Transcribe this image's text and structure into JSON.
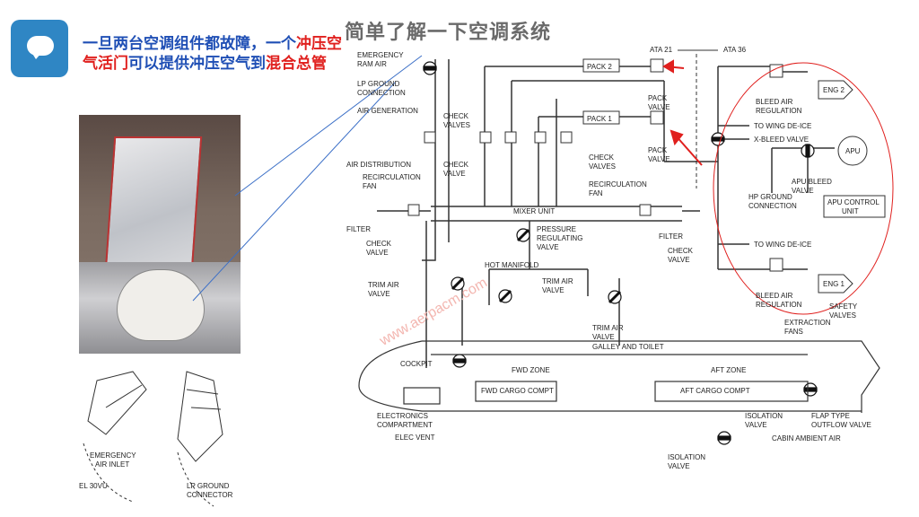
{
  "title": "简单了解一下空调系统",
  "callout": {
    "part1": "一旦两台空调组件都故障，一个",
    "part2": "冲压空气活门",
    "part3": "可以提供冲压空气到",
    "part4": "混合总管"
  },
  "icons": {
    "callout_icon": "speech-bubble-icon"
  },
  "colors": {
    "accent_blue": "#1f4fb5",
    "accent_red": "#e0201e",
    "icon_bg": "#2f86c4"
  },
  "sketch_labels": {
    "inlet": "EMERGENCY\nAIR INLET",
    "lp": "LP GROUND\nCONNECTOR",
    "el": "EL 30VU"
  },
  "diagram_labels": {
    "emergency_ram_air": "EMERGENCY RAM AIR",
    "lp_ground_connection": "LP GROUND CONNECTION",
    "air_generation": "AIR GENERATION",
    "air_distribution": "AIR DISTRIBUTION",
    "recirculation_fan": "RECIRCULATION FAN",
    "check_valves": "CHECK VALVES",
    "filter": "FILTER",
    "check_valve": "CHECK VALVE",
    "ata21": "ATA 21",
    "ata36": "ATA 36",
    "pack2": "PACK 2",
    "pack1": "PACK 1",
    "pack_valve": "PACK VALVE",
    "mixer_unit": "MIXER UNIT",
    "pressure_regulating_valve": "PRESSURE REGULATING VALVE",
    "hot_manifold": "HOT MANIFOLD",
    "trim_air_valve": "TRIM AIR VALVE",
    "galley_and_toilet": "GALLEY AND TOILET",
    "cockpit": "COCKPIT",
    "fwd_zone": "FWD ZONE",
    "aft_zone": "AFT ZONE",
    "fwd_cargo": "FWD CARGO COMPT",
    "aft_cargo": "AFT CARGO COMPT",
    "electronics": "ELECTRONICS COMPARTMENT",
    "elec_vent": "ELEC VENT",
    "isolation_valve": "ISOLATION VALVE",
    "cabin_ambient_air": "CABIN AMBIENT AIR",
    "flap_type_outflow": "FLAP TYPE OUTFLOW VALVE",
    "safety_valves": "SAFETY VALVES",
    "extraction_fans": "EXTRACTION FANS",
    "bleed_air_regulation": "BLEED AIR REGULATION",
    "eng2": "ENG 2",
    "eng1": "ENG 1",
    "to_wing_deice": "TO WING DE-ICE",
    "x_bleed_valve": "X-BLEED VALVE",
    "apu": "APU",
    "apu_bleed_valve": "APU BLEED VALVE",
    "hp_ground_connection": "HP GROUND CONNECTION",
    "apu_control_unit": "APU CONTROL UNIT",
    "watermark": "www.aerpacm.com"
  }
}
